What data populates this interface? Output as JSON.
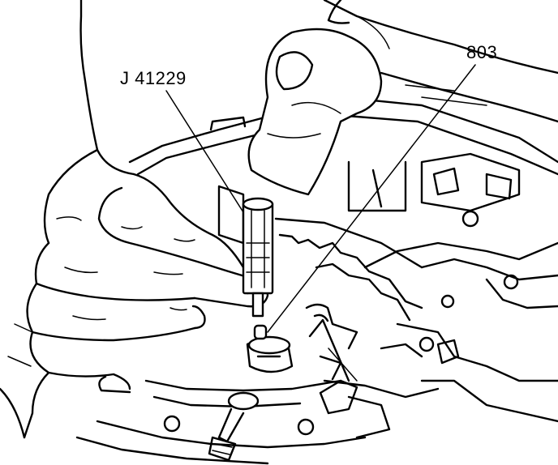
{
  "callouts": {
    "tool_label": "J 41229",
    "part_label": "803"
  },
  "icons": {
    "hammer": "hammer-icon",
    "drift_tool": "pin-punch-icon",
    "hands": "hand-illustration"
  },
  "colors": {
    "ink": "#000000",
    "paper": "#ffffff"
  }
}
